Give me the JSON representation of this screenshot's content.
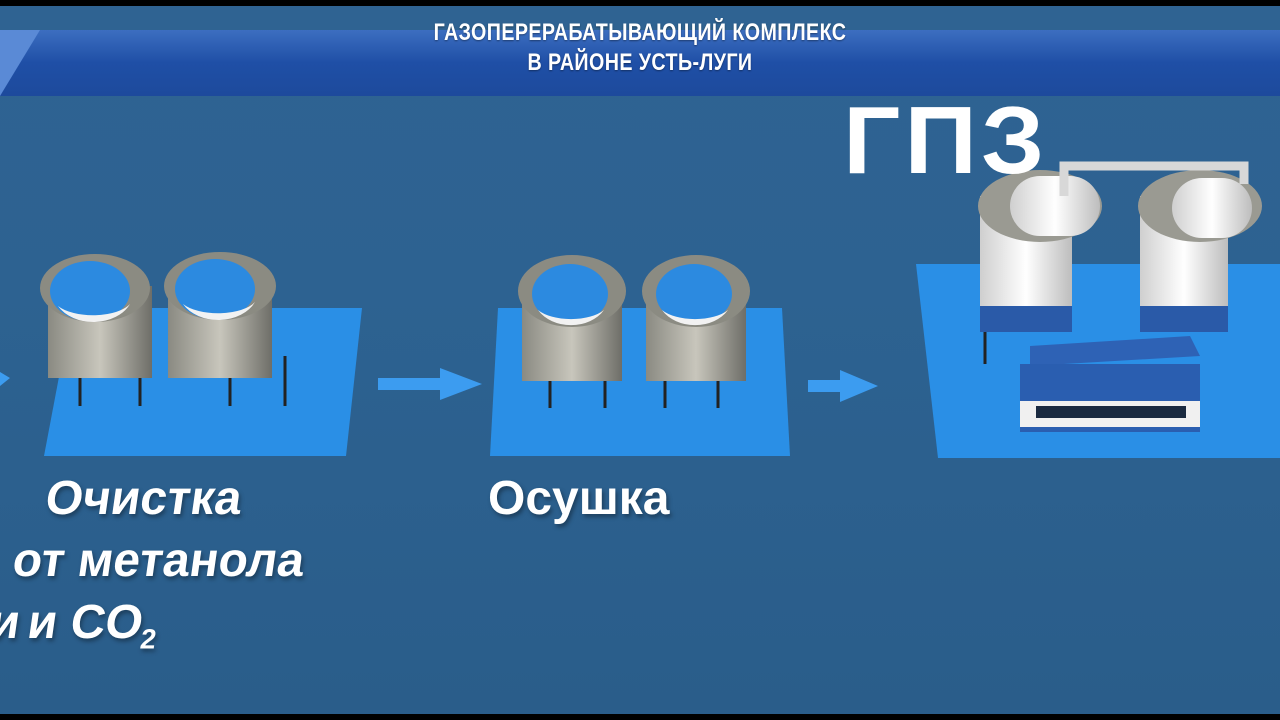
{
  "header": {
    "title_line1": "ГАЗОПЕРЕРАБАТЫВАЮЩИЙ КОМПЛЕКС",
    "title_line2": "В РАЙОНЕ УСТЬ-ЛУГИ"
  },
  "stages": [
    {
      "label_lines": [
        "Очистка",
        "от метанола",
        "и CO",
        "2"
      ]
    },
    {
      "label": "Осушка"
    },
    {
      "label": "ГПЗ"
    }
  ],
  "colors": {
    "background": "#2d6291",
    "banner": "#1f4fa6",
    "platform": "#2a8fe6",
    "arrow": "#3c9cf0"
  }
}
